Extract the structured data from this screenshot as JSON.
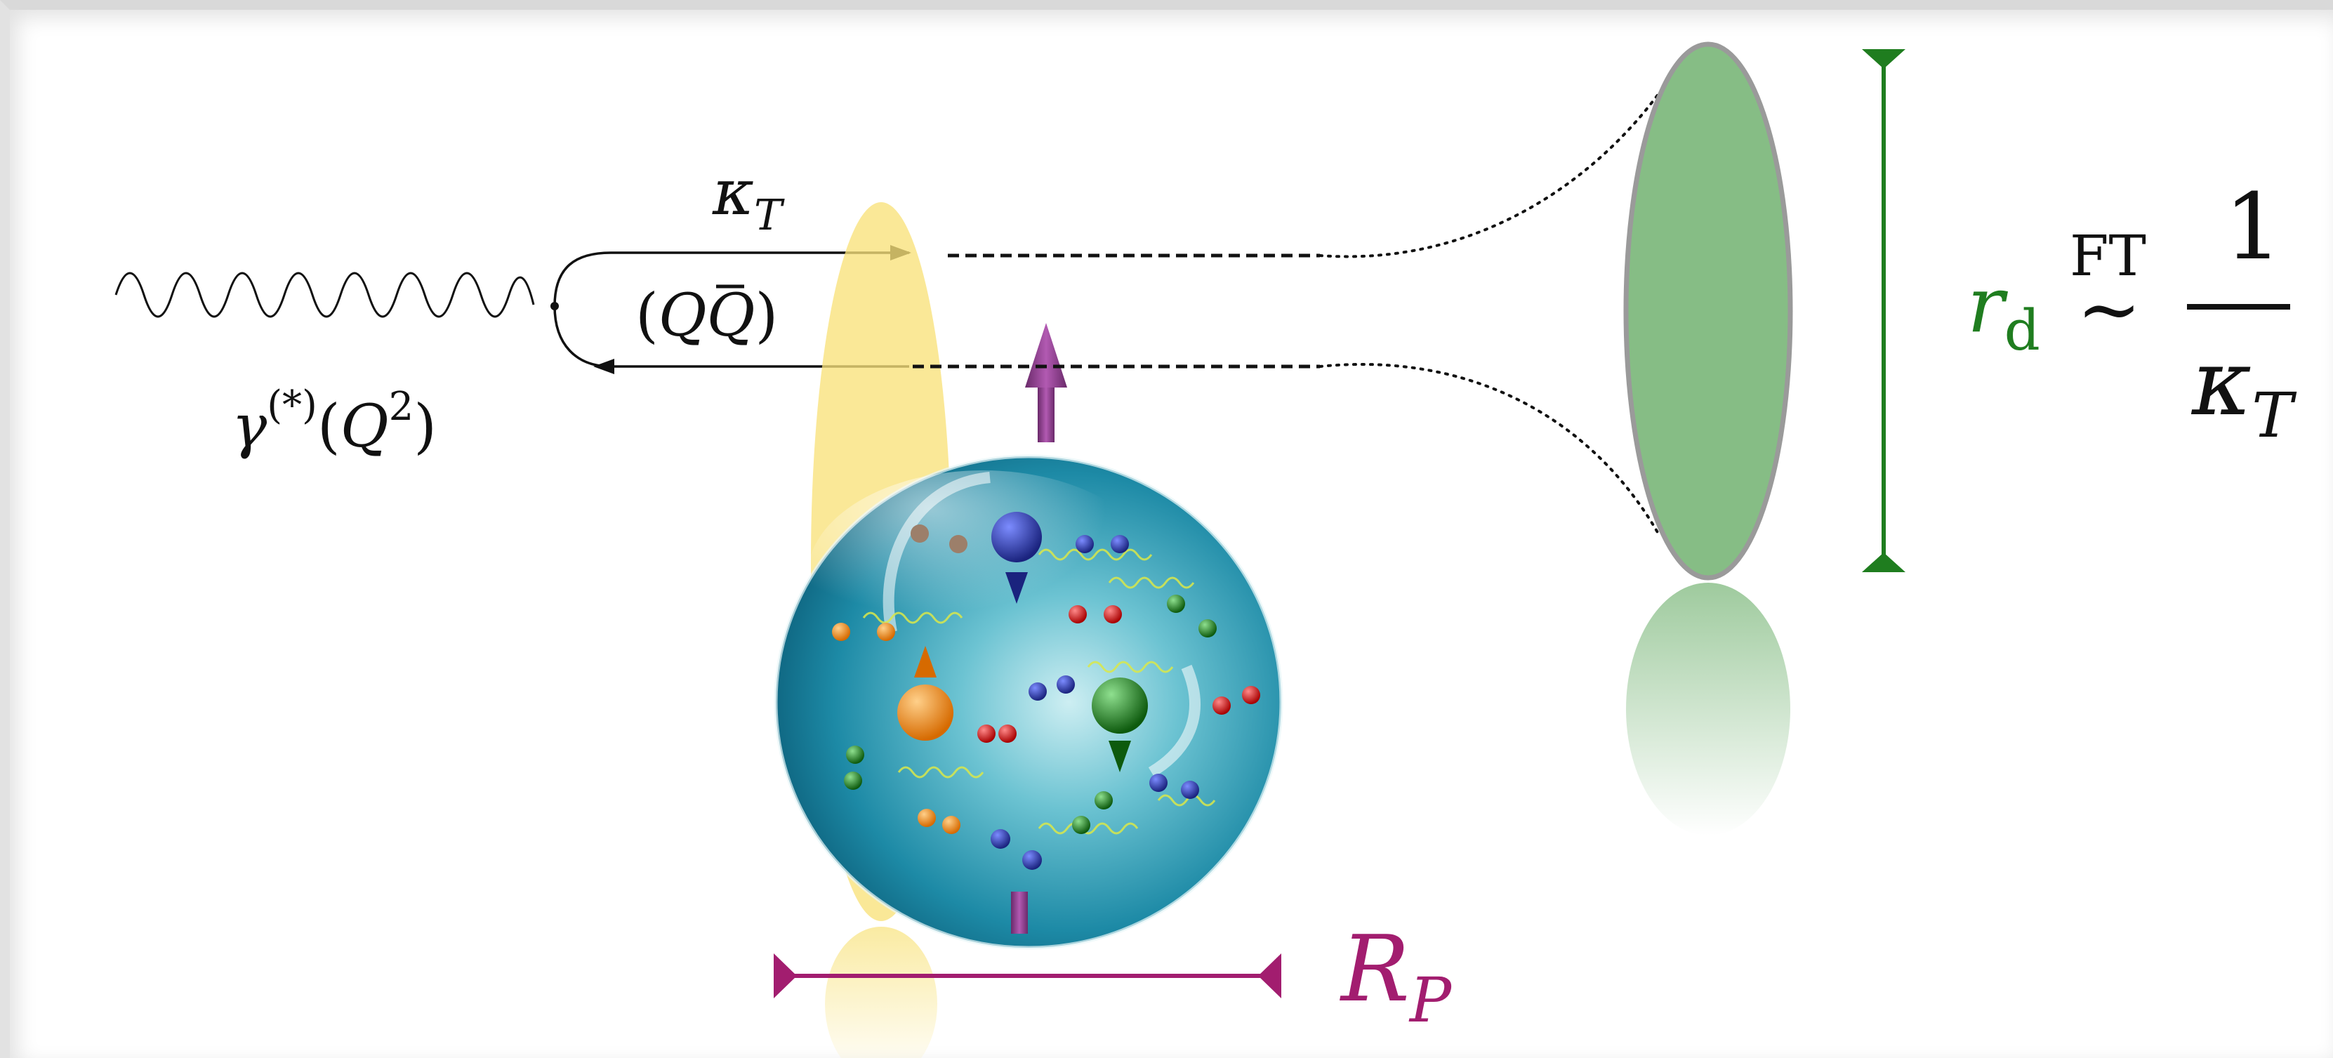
{
  "labels": {
    "photon_symbol": "γ",
    "photon_superscript": "(*)",
    "photon_paren_open": "(",
    "photon_Q": "Q",
    "photon_exp": "2",
    "photon_paren_close": ")",
    "kappa": "κ",
    "kappa_sub": "T",
    "pair_open": "(",
    "pair_q": "Q",
    "pair_qbar": "Q",
    "pair_close": ")",
    "rd_r": "r",
    "rd_sub": "d",
    "ft_label": "FT",
    "tilde": "~",
    "numerator": "1",
    "den_kappa": "κ",
    "den_sub": "T",
    "rp_R": "R",
    "rp_sub": "P"
  },
  "colors": {
    "ink": "#111111",
    "dipole_green": "#86bd85",
    "dipole_outline": "#9a9a9a",
    "rd_green": "#1f7d1f",
    "rp_magenta": "#a21d6f",
    "yellow_band": "#f8e27a",
    "proton_teal": "#1a8aa8",
    "spin_arrow": "#8c3a8c"
  }
}
